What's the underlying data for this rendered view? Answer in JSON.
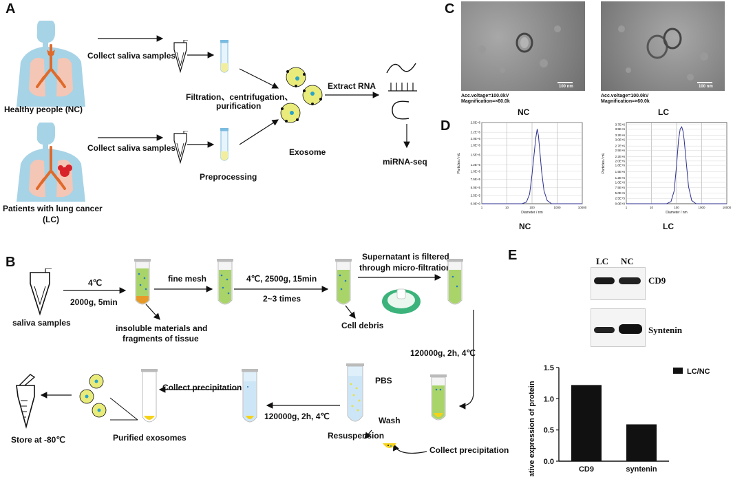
{
  "colors": {
    "body": "#a7d3e6",
    "lung": "#f4c6b6",
    "airway": "#e06a2a",
    "tumor": "#d8232a",
    "exosome": "#e9ec7a",
    "liquid_green": "#a9d46a",
    "pellet": "#f5d21a",
    "bar": "#111111",
    "trace": "#2b2f8f"
  },
  "panels": {
    "a": "A",
    "b": "B",
    "c": "C",
    "d": "D",
    "e": "E"
  },
  "panel_a": {
    "healthy_label": "Healthy people (NC)",
    "patient_label_line1": "Patients with lung cancer",
    "patient_label_line2": "(LC)",
    "collect_top": "Collect saliva samples",
    "collect_bottom": "Collect saliva samples",
    "filtration_line1": "Filtration、centrifugation、",
    "filtration_line2": "purification",
    "preprocessing": "Preprocessing",
    "exosome": "Exosome",
    "extract_rna": "Extract RNA",
    "mirna_seq": "miRNA-seq"
  },
  "panel_c": {
    "nc": {
      "voltage": "Acc.voltage=100.0kV",
      "magnification": "Magnification=×60.0k",
      "scale": "100 nm",
      "label": "NC"
    },
    "lc": {
      "voltage": "Acc.voltage=100.0kV",
      "magnification": "Magnification=×60.0k",
      "scale": "100 nm",
      "label": "LC"
    }
  },
  "panel_b": {
    "saliva": "saliva samples",
    "temp1": "4℃",
    "spin1": "2000g, 5min",
    "insoluble_line1": "insoluble materials and",
    "insoluble_line2": "fragments of tissue",
    "fine_mesh": "fine mesh",
    "spin2_line1": "4℃, 2500g, 15min",
    "spin2_line2": "2~3 times",
    "cell_debris": "Cell debris",
    "super_line1": "Supernatant is filtered",
    "super_line2": "through micro-filtration",
    "ultra1": "120000g, 2h, 4℃",
    "collect_precip_bottom": "Collect precipitation",
    "wash": "Wash",
    "resuspension": "Resuspension",
    "pbs": "PBS",
    "ultra2": "120000g, 2h, 4℃",
    "collect_precip_top": "Collect precipitation",
    "purified": "Purified exosomes",
    "store": "Store at -80℃"
  },
  "panel_e": {
    "lane_lc": "LC",
    "lane_nc": "NC",
    "band_cd9": "CD9",
    "band_syntenin": "Syntenin"
  },
  "chart_data": [
    {
      "type": "line",
      "panel": "D-NC",
      "title": "NC",
      "xlabel": "Diameter / nm",
      "ylabel": "Particles / mL",
      "xscale": "log",
      "xlim": [
        1,
        10000
      ],
      "ylim": [
        0,
        2500000
      ],
      "x_ticks": [
        "1",
        "10",
        "100",
        "1000",
        "10000"
      ],
      "y_ticks": [
        "0.0E+0",
        "2.5E+5",
        "5.0E+5",
        "7.5E+5",
        "1.0E+6",
        "1.2E+6",
        "1.5E+6",
        "1.8E+6",
        "2.0E+6",
        "2.2E+6",
        "2.5E+6"
      ],
      "grid": true,
      "x": [
        1,
        40,
        60,
        80,
        100,
        120,
        140,
        160,
        180,
        200,
        240,
        300,
        400,
        600,
        10000
      ],
      "y": [
        0,
        0,
        50000,
        300000,
        900000,
        1500000,
        2000000,
        2300000,
        2100000,
        1700000,
        1000000,
        400000,
        100000,
        0,
        0
      ]
    },
    {
      "type": "line",
      "panel": "D-LC",
      "title": "LC",
      "xlabel": "Diameter / nm",
      "ylabel": "Particles / mL",
      "xscale": "log",
      "xlim": [
        1,
        10000
      ],
      "ylim": [
        0,
        3800000
      ],
      "x_ticks": [
        "1",
        "10",
        "100",
        "1000",
        "10000"
      ],
      "y_ticks": [
        "0.0E+0",
        "2.5E+5",
        "5.0E+5",
        "7.5E+5",
        "1.0E+6",
        "1.2E+6",
        "1.5E+6",
        "1.8E+6",
        "2.0E+6",
        "2.2E+6",
        "2.5E+6",
        "2.7E+6",
        "3.0E+6",
        "3.2E+6",
        "3.5E+6",
        "3.7E+6"
      ],
      "grid": true,
      "x": [
        1,
        40,
        60,
        80,
        100,
        120,
        140,
        160,
        180,
        200,
        240,
        300,
        400,
        600,
        10000
      ],
      "y": [
        0,
        0,
        100000,
        600000,
        1800000,
        3000000,
        3500000,
        3600000,
        3400000,
        3000000,
        2000000,
        800000,
        150000,
        0,
        0
      ]
    },
    {
      "type": "bar",
      "panel": "E",
      "categories": [
        "CD9",
        "syntenin"
      ],
      "series": [
        {
          "name": "LC/NC",
          "values": [
            1.22,
            0.59
          ]
        }
      ],
      "ylabel": "Relative expression of protein",
      "ylim": [
        0,
        1.5
      ],
      "y_ticks": [
        "0.0",
        "0.5",
        "1.0",
        "1.5"
      ],
      "legend": "top-right"
    }
  ]
}
